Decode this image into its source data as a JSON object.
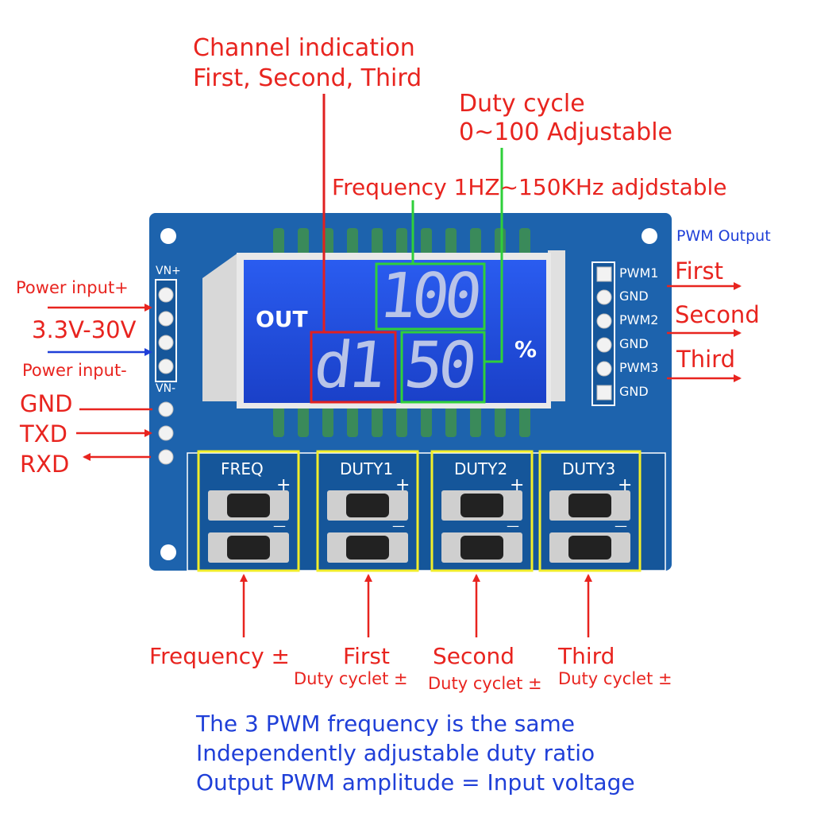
{
  "annotations": {
    "channel_indication": [
      "Channel indication",
      "First, Second, Third"
    ],
    "duty_cycle": [
      "Duty cycle",
      "0~100 Adjustable"
    ],
    "frequency_range": "Frequency 1HZ~150KHz adjdstable",
    "pwm_output": "PWM Output",
    "power_input_plus": "Power input+",
    "voltage_range": "3.3V-30V",
    "power_input_minus": "Power input-",
    "gnd": "GND",
    "txd": "TXD",
    "rxd": "RXD",
    "out_first": "First",
    "out_second": "Second",
    "out_third": "Third",
    "btn_frequency": "Frequency ±",
    "btn_first": "First",
    "btn_second": "Second",
    "btn_third": "Third",
    "btn_duty_sub": "Duty cyclet ±"
  },
  "board": {
    "lcd_out": "OUT",
    "lcd_top_value": "100",
    "lcd_channel": "d1",
    "lcd_bottom_value": "50",
    "lcd_percent": "%",
    "vn_plus": "VN+",
    "vn_minus": "VN-",
    "pins": [
      "PWM1",
      "GND",
      "PWM2",
      "GND",
      "PWM3",
      "GND"
    ],
    "buttons": [
      "FREQ",
      "DUTY1",
      "DUTY2",
      "DUTY3"
    ],
    "plus": "+",
    "minus": "—"
  },
  "notes": [
    "The 3 PWM frequency is the same",
    "Independently adjustable duty ratio",
    "Output PWM amplitude = Input voltage"
  ],
  "colors": {
    "annotation": "#e8241f",
    "note": "#1f3fd8",
    "pcb": "#1d63ad",
    "lcd": "#1f4ce0",
    "highlight_red": "#e02020",
    "highlight_green": "#2fcf3a",
    "highlight_yellow": "#f2ee2a"
  }
}
